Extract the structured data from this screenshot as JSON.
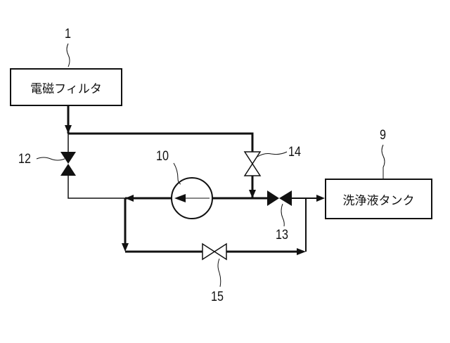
{
  "boxes": {
    "filter": "電磁フィルタ",
    "tank": "洗浄液タンク"
  },
  "labels": {
    "filter_ref": "1",
    "tank_ref": "9",
    "pump_ref": "10",
    "valve12": "12",
    "valve13": "13",
    "valve14": "14",
    "valve15": "15"
  }
}
